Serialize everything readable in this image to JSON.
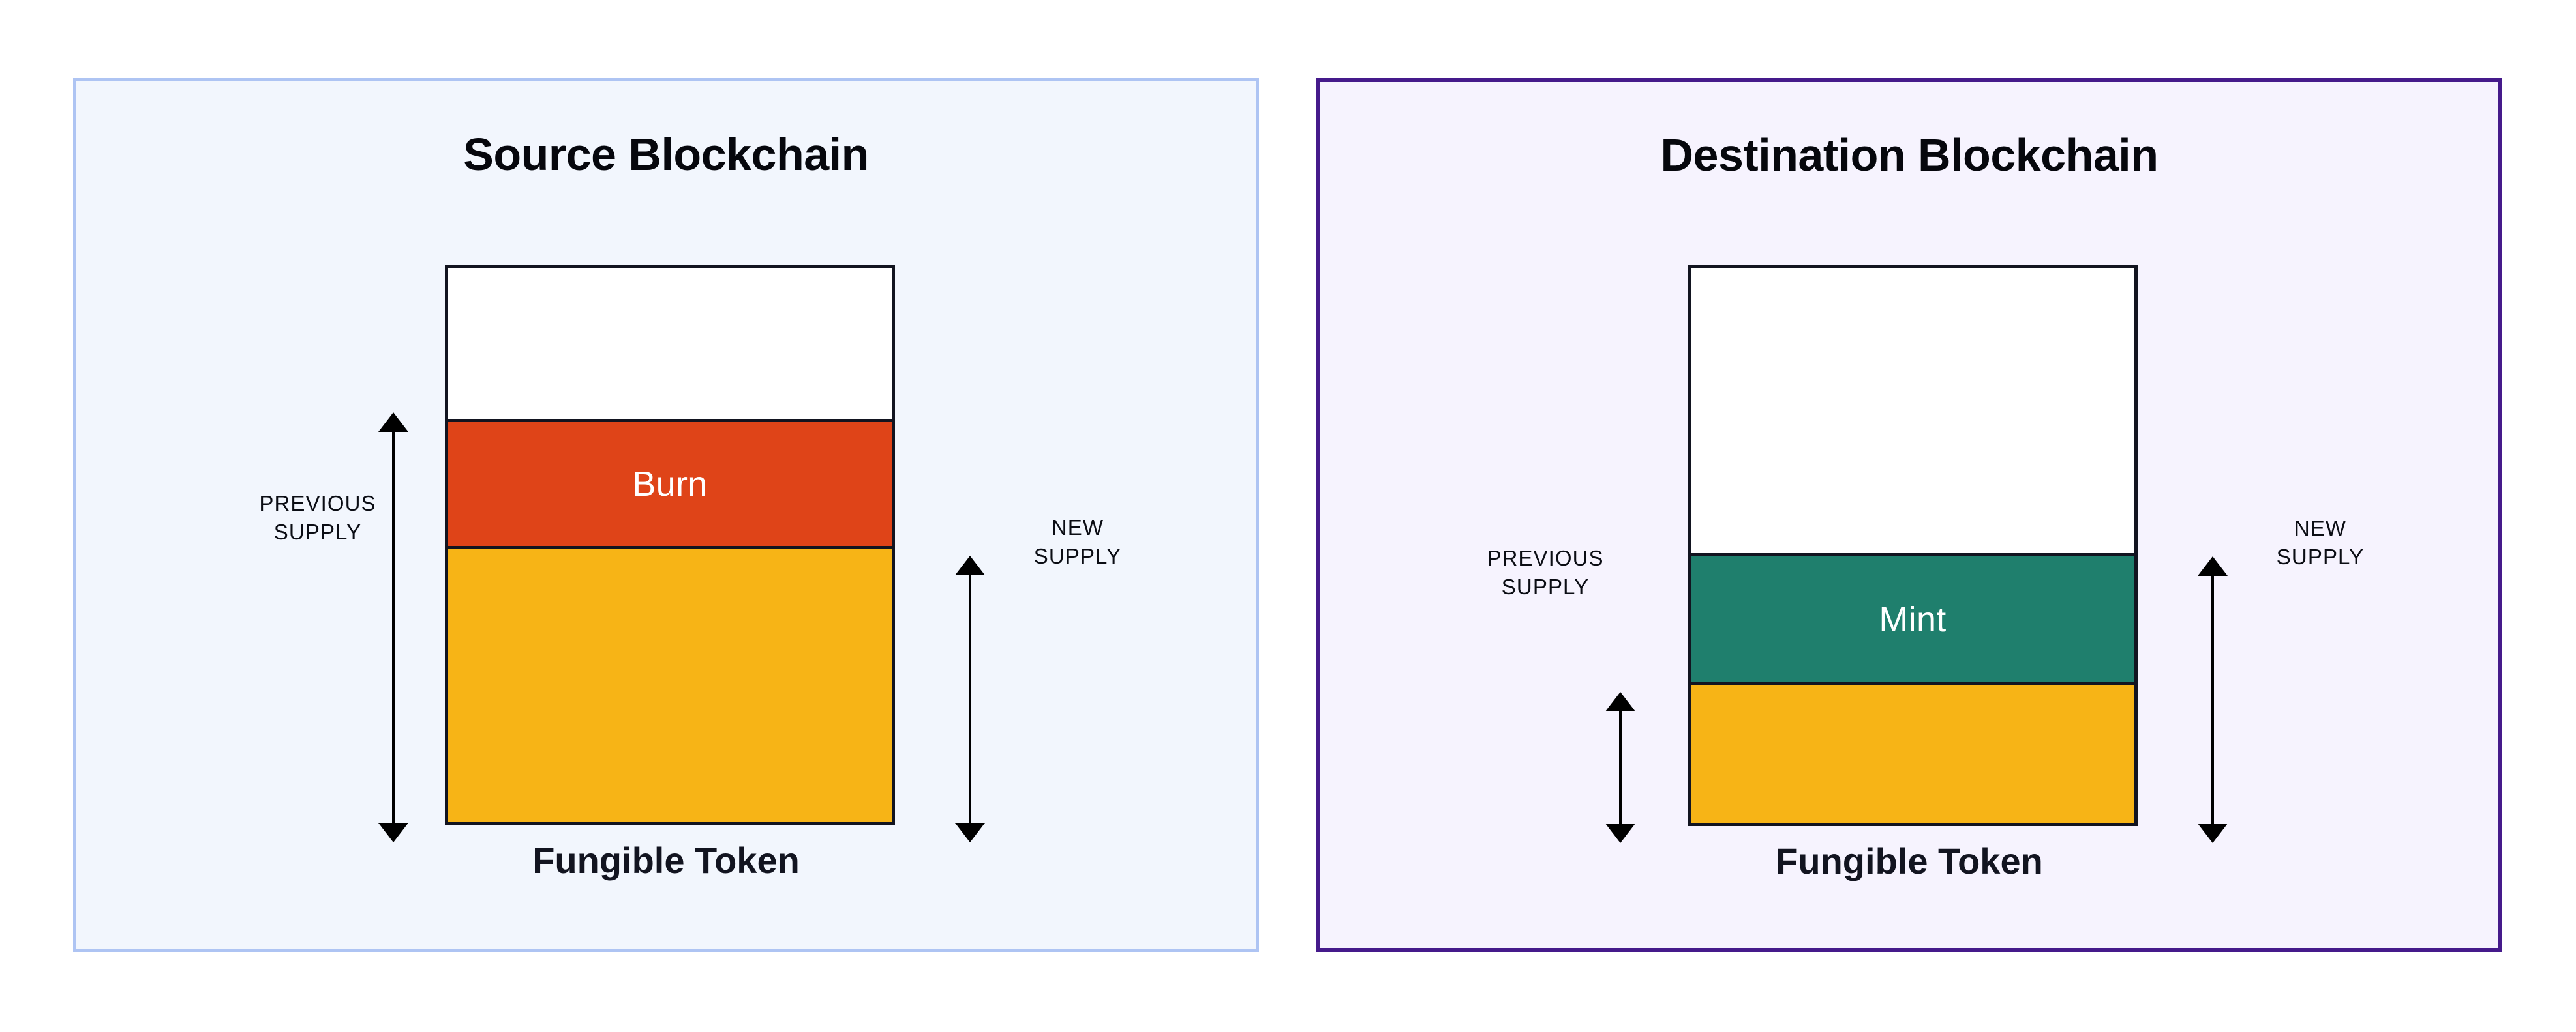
{
  "diagram": {
    "colors": {
      "burn": "#df4418",
      "mint": "#1f7f6d",
      "remaining_supply": "#f7b416",
      "unchanged": "#ffffff",
      "outline": "#121420",
      "source_panel_bg": "#f2f6fd",
      "source_panel_border": "#aec4f3",
      "dest_panel_bg": "#f6f3fe",
      "dest_panel_border": "#451a8b"
    },
    "panels": [
      {
        "id": "source",
        "title": "Source Blockchain",
        "footer": "Fungible Token",
        "bar": {
          "segments": [
            {
              "name": "unchanged",
              "label": "",
              "fill": "#ffffff",
              "fraction": 0.272
            },
            {
              "name": "burn",
              "label": "Burn",
              "fill": "#df4418",
              "fraction": 0.238
            },
            {
              "name": "remaining",
              "label": "",
              "fill": "#f7b416",
              "fraction": 0.49
            }
          ]
        },
        "annotations": [
          {
            "name": "previous-supply",
            "label": "PREVIOUS\nSUPPLY",
            "side": "left",
            "spans": [
              "burn",
              "remaining"
            ]
          },
          {
            "name": "new-supply",
            "label": "NEW\nSUPPLY",
            "side": "right",
            "spans": [
              "remaining"
            ]
          }
        ]
      },
      {
        "id": "destination",
        "title": "Destination Blockchain",
        "footer": "Fungible Token",
        "bar": {
          "segments": [
            {
              "name": "unchanged",
              "label": "",
              "fill": "#ffffff",
              "fraction": 0.514
            },
            {
              "name": "mint",
              "label": "Mint",
              "fill": "#1f7f6d",
              "fraction": 0.238
            },
            {
              "name": "remaining",
              "label": "",
              "fill": "#f7b416",
              "fraction": 0.248
            }
          ]
        },
        "annotations": [
          {
            "name": "previous-supply",
            "label": "PREVIOUS\nSUPPLY",
            "side": "left",
            "spans": [
              "remaining"
            ]
          },
          {
            "name": "new-supply",
            "label": "NEW\nSUPPLY",
            "side": "right",
            "spans": [
              "mint",
              "remaining"
            ]
          }
        ]
      }
    ]
  }
}
